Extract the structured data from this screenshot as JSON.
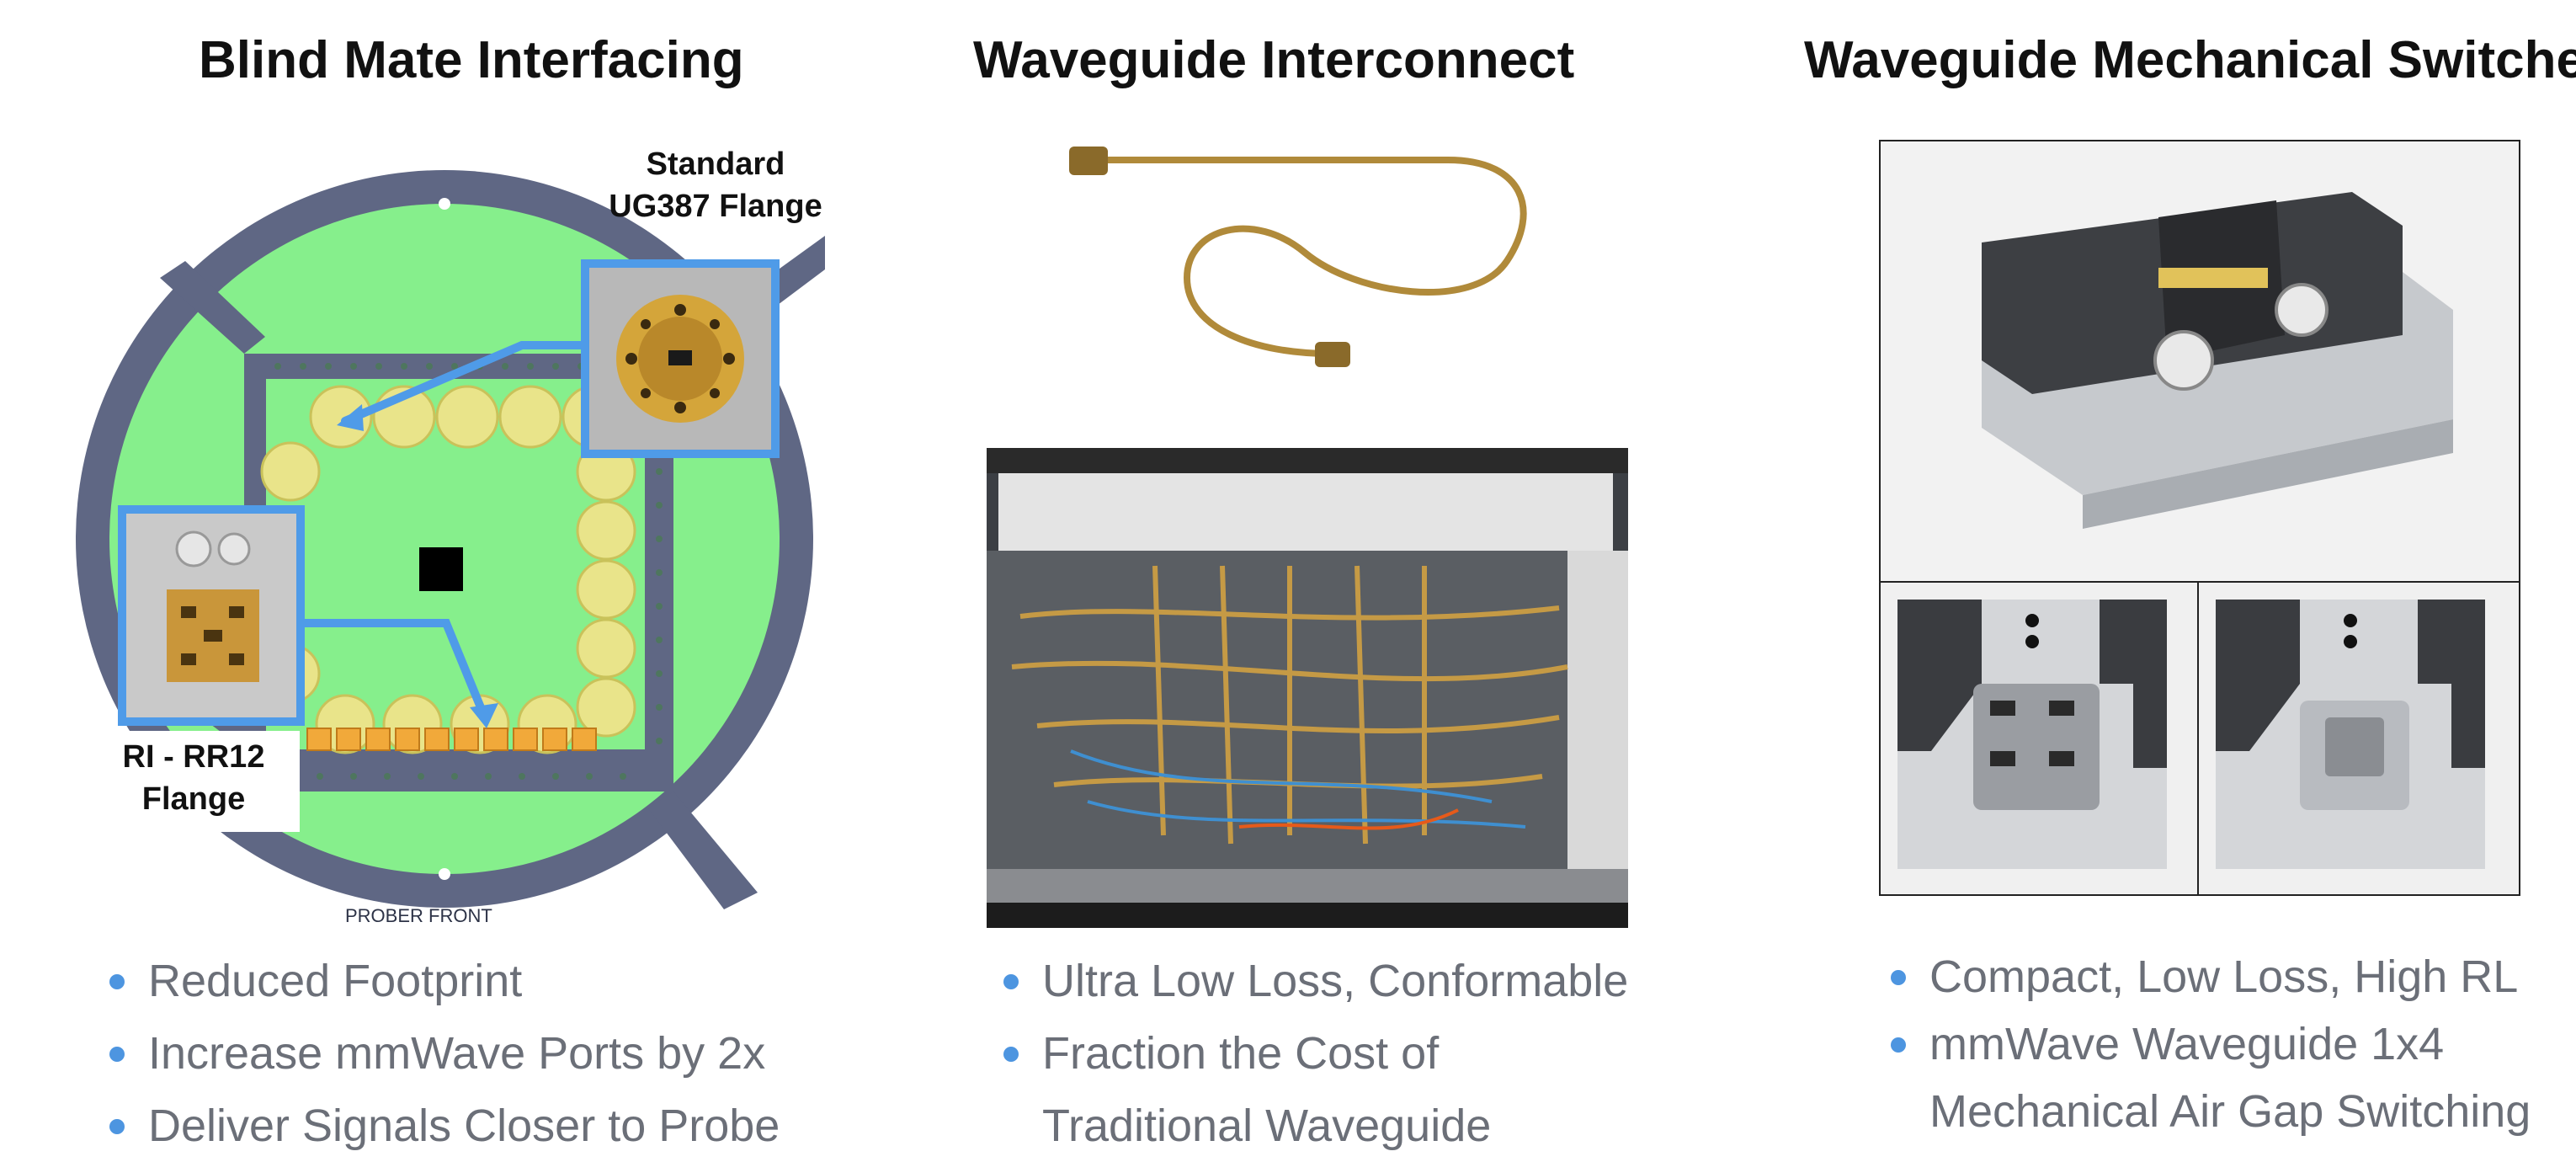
{
  "sections": {
    "blind_mate": {
      "title": "Blind Mate Interfacing",
      "callout_top": [
        "Standard",
        "UG387 Flange"
      ],
      "callout_left": [
        "RI - RR12",
        "Flange"
      ],
      "pcb_text": "PROBER   FRONT",
      "bullets": [
        "Reduced Footprint",
        "Increase mmWave Ports by 2x",
        "Deliver Signals Closer to Probe"
      ]
    },
    "interconnect": {
      "title": "Waveguide Interconnect",
      "bullets": [
        "Ultra Low Loss, Conformable",
        "Fraction the Cost of",
        "Traditional Waveguide"
      ]
    },
    "switches": {
      "title": "Waveguide Mechanical Switches",
      "bullets": [
        "Compact, Low Loss, High RL",
        "mmWave Waveguide 1x4",
        "Mechanical Air Gap Switching"
      ]
    }
  },
  "colors": {
    "board_green": "#86ef8c",
    "board_gray": "#5f6784",
    "callout_blue": "#4f9be8",
    "flange_gold": "#d4a53a",
    "bullet_blue": "#4d95e0",
    "bullet_text": "#6b6f78"
  }
}
